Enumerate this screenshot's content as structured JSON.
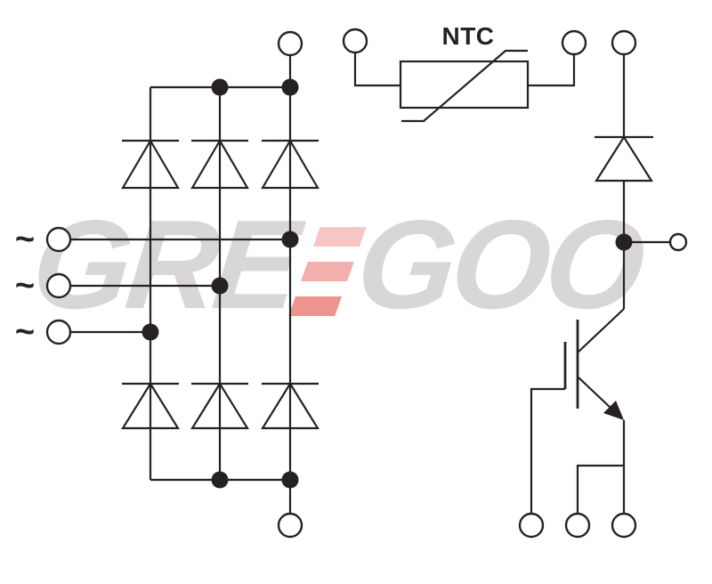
{
  "labels": {
    "ntc": "NTC",
    "ac_phase_symbol": "~"
  },
  "watermark": {
    "left": "GRE",
    "right": "GOO"
  },
  "colors": {
    "line": "#262122",
    "background": "#ffffff",
    "watermark_gray": "#d9d7d5",
    "watermark_red_top": "#f6c6c4",
    "watermark_red_mid": "#f3b0ac",
    "watermark_red_bottom": "#ee938e"
  }
}
